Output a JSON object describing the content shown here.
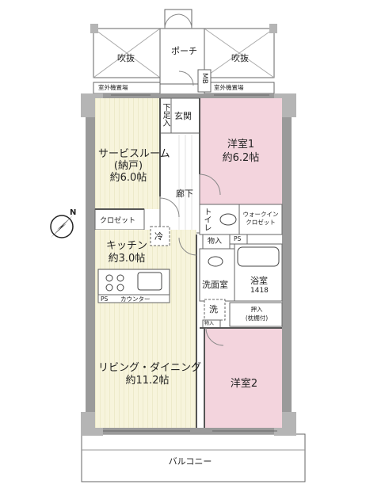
{
  "plan": {
    "porch": "ポーチ",
    "void_left": "吹抜",
    "void_right": "吹抜",
    "mb": "MB",
    "outdoor_unit_left": "室外機置場",
    "outdoor_unit_right": "室外機置場",
    "shoe_storage": "下足入",
    "entrance": "玄関",
    "service_room_name": "サービスルーム",
    "service_room_sub": "(納戸)",
    "service_room_size": "約6.0帖",
    "bedroom1_name": "洋室1",
    "bedroom1_size": "約6.2帖",
    "hallway": "廊下",
    "closet": "クロゼット",
    "toilet": "トイレ",
    "walkin_closet_line1": "ウォークイン",
    "walkin_closet_line2": "クロゼット",
    "storage": "物入",
    "ps_top": "PS",
    "ps_bottom": "PS",
    "refrigerator": "冷",
    "kitchen_name": "キッチン",
    "kitchen_size": "約3.0帖",
    "washroom": "洗面室",
    "bathroom_name": "浴室",
    "bathroom_size": "1418",
    "washer": "洗",
    "counter": "カウンター",
    "oshiire_line1": "押入",
    "oshiire_line2": "(枕棚付)",
    "small_storage": "物入",
    "living_name": "リビング・ダイニング",
    "living_size": "約11.2帖",
    "bedroom2_name": "洋室2",
    "balcony": "バルコニー",
    "compass_north": "N"
  },
  "colors": {
    "living_fill": "#f7f4dc",
    "bedroom_fill": "#f3d4dd",
    "wall": "#8a8a8a",
    "line": "#555555"
  }
}
